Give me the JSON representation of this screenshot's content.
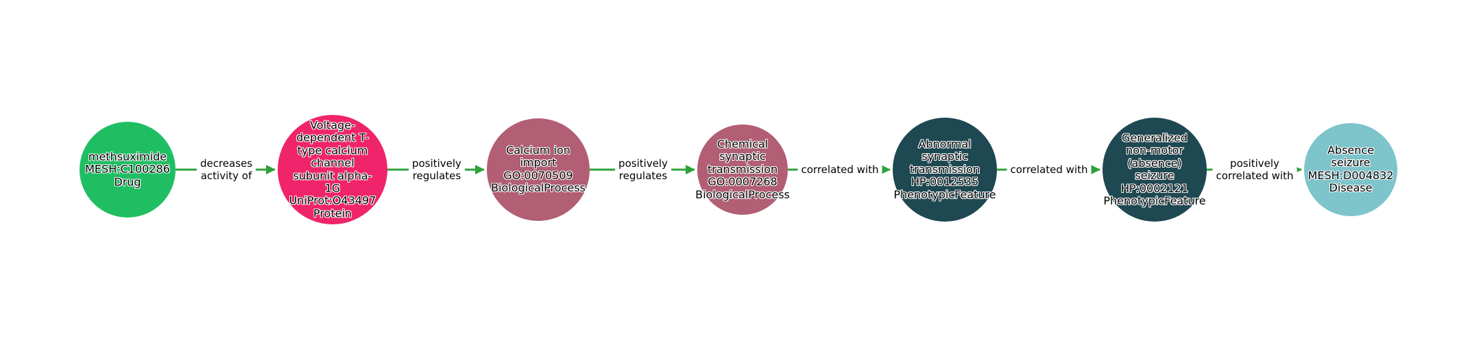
{
  "diagram": {
    "background_color": "#ffffff",
    "edge_color": "#2fa13b",
    "nodes": [
      {
        "label": "methsuximide\nMESH:C100286\nDrug",
        "color": "#1fbe63"
      },
      {
        "label": "Voltage-\ndependent T-\ntype calcium\nchannel\nsubunit alpha-\n1G\nUniProt:O43497\nProtein",
        "color": "#f0246b"
      },
      {
        "label": "Calcium ion\nimport\nGO:0070509\nBiologicalProcess",
        "color": "#b25e74"
      },
      {
        "label": "Chemical\nsynaptic\ntransmission\nGO:0007268\nBiologicalProcess",
        "color": "#b25e74"
      },
      {
        "label": "Abnormal\nsynaptic\ntransmission\nHP:0012535\nPhenotypicFeature",
        "color": "#1e4852"
      },
      {
        "label": "Generalized\nnon-motor\n(absence)\nseizure\nHP:0002121\nPhenotypicFeature",
        "color": "#1e4852"
      },
      {
        "label": "Absence\nseizure\nMESH:D004832\nDisease",
        "color": "#7ec4cb"
      }
    ],
    "edges": [
      {
        "label": "decreases\nactivity of"
      },
      {
        "label": "positively\nregulates"
      },
      {
        "label": "positively\nregulates"
      },
      {
        "label": "correlated with"
      },
      {
        "label": "correlated with"
      },
      {
        "label": "positively\ncorrelated with"
      }
    ]
  }
}
